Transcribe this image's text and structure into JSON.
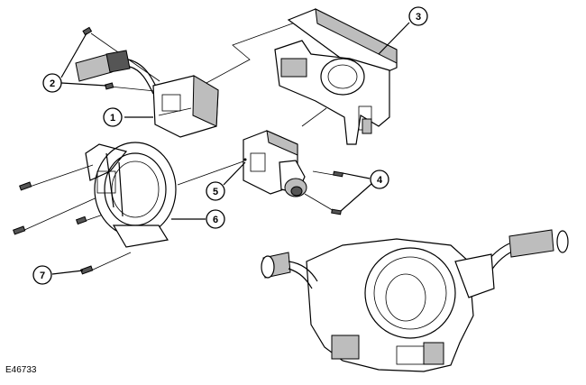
{
  "figure": {
    "id": "E46733"
  },
  "callouts": [
    {
      "label": "1",
      "part": "wiper-switch"
    },
    {
      "label": "2",
      "part": "switch-screws"
    },
    {
      "label": "3",
      "part": "switch-housing"
    },
    {
      "label": "4",
      "part": "lighting-switch-screws"
    },
    {
      "label": "5",
      "part": "lighting-switch"
    },
    {
      "label": "6",
      "part": "rotary-coupler"
    },
    {
      "label": "7",
      "part": "rotary-coupler-screws"
    }
  ],
  "colors": {
    "line": "#000000",
    "shade": "#bdbdbd",
    "dark": "#555555",
    "background": "#ffffff"
  }
}
